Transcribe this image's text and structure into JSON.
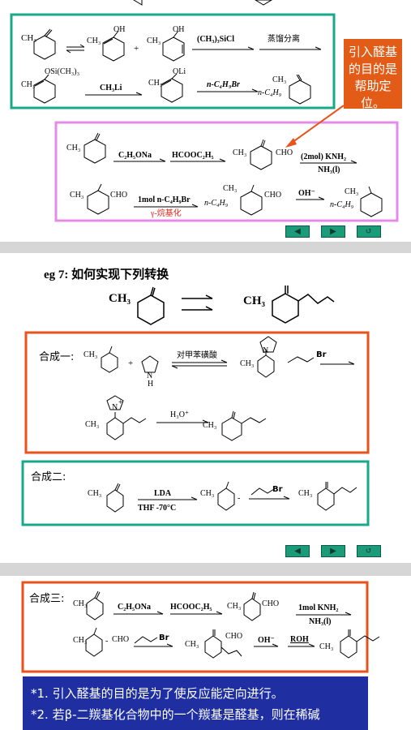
{
  "slide1": {
    "row1": {
      "m1": "CH₃",
      "eq1": "⇌",
      "m2": "CH₃",
      "m2b": "OH",
      "plus": "+",
      "m3": "CH₃",
      "m3b": "OH",
      "reagent": "(CH₃)₃SiCl",
      "reagent2": "蒸馏分离"
    },
    "row2": {
      "m1": "CH₃",
      "m1b": "OSi(CH₃)₃",
      "reagent": "CH₃Li",
      "m2": "CH₃",
      "m2b": "OLi",
      "reagent2": "n-C₄H₉Br",
      "m3a": "CH₃",
      "m3b": "n-C₄H₉"
    },
    "callout": "引入醛基的目的是帮助定位。",
    "row3": {
      "m1": "CH₃",
      "reagent1": "C₂H₅ONa",
      "reagent2": "HCOOC₂H₅",
      "m2": "CH₃",
      "m2b": "CHO",
      "reagent3": "(2mol) KNH₂",
      "reagent3b": "NH₃(l)"
    },
    "row4": {
      "m1": "CH₃",
      "m1b": "CHO",
      "reagent1": "1mol n-C₄H₉Br",
      "note": "γ-烷基化",
      "m2a": "CH₃",
      "m2b": "n-C₄H₉",
      "m2c": "CHO",
      "reagent2": "OH⁻",
      "m3a": "CH₃",
      "m3b": "n-C₄H₉"
    }
  },
  "slide2": {
    "title": "eg 7:  如何实现下列转换",
    "lhs": "CH₃",
    "rhs": "CH₃",
    "syn1": {
      "label": "合成一:",
      "m1": "CH₃",
      "plus": "+",
      "nh": "N",
      "nhh": "H",
      "reagent": "对甲苯磺酸",
      "m2": "CH₃",
      "m2n": "N",
      "reagent2": "Br",
      "m3": "CH₃",
      "m3n": "N",
      "m3plus": "+",
      "reagent3": "H₃O⁺",
      "m4": "CH₃"
    },
    "syn2": {
      "label": "合成二:",
      "m1": "CH₃",
      "reagent": "LDA",
      "reagentb": "THF  -70°C",
      "m2": "CH₃",
      "minus": "-",
      "reagent2": "Br",
      "m3": "CH₃"
    }
  },
  "slide3": {
    "syn3": {
      "label": "合成三:",
      "m1": "CH₃",
      "reagent1": "C₂H₅ONa",
      "reagent2": "HCOOC₂H₅",
      "m2": "CH₃",
      "m2b": "CHO",
      "reagent3": "1mol KNH₂",
      "reagent3b": "NH₃(l)",
      "m3": "CH₃",
      "m3b": "CHO",
      "m3minus": "-",
      "reagent4": "Br",
      "m4": "CH₃",
      "m4b": "CHO",
      "reagent5": "OH⁻",
      "reagent6": "ROH",
      "m5": "CH₃"
    },
    "notes": [
      "*1.  引入醛基的目的是为了使反应能定向进行。",
      "*2.  若β-二羰基化合物中的一个羰基是醛基，则在稀碱"
    ]
  },
  "nav": {
    "prev": "◀",
    "next": "▶",
    "back": "↺"
  },
  "colors": {
    "teal": "#1aa88a",
    "pink": "#e48be8",
    "orange": "#e8521b",
    "navy": "#1f2fa2"
  }
}
